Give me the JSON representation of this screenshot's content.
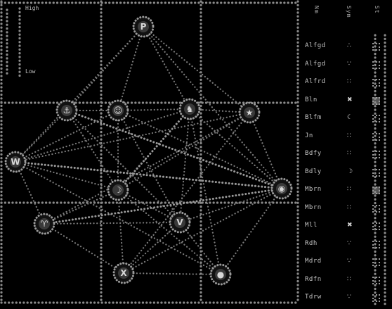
{
  "board": {
    "legend": {
      "top_label": "High",
      "bottom_label": "Low"
    },
    "nodes": [
      {
        "id": "n1",
        "glyph": "P"
      },
      {
        "id": "n2",
        "glyph": "⚓"
      },
      {
        "id": "n3",
        "glyph": "☺"
      },
      {
        "id": "n4",
        "glyph": "♞"
      },
      {
        "id": "n5",
        "glyph": "★"
      },
      {
        "id": "n6",
        "glyph": "W"
      },
      {
        "id": "n7",
        "glyph": "☽"
      },
      {
        "id": "n8",
        "glyph": "◉"
      },
      {
        "id": "n9",
        "glyph": "♈"
      },
      {
        "id": "n10",
        "glyph": "V"
      },
      {
        "id": "n11",
        "glyph": "X"
      },
      {
        "id": "n12",
        "glyph": "●"
      }
    ],
    "edges": [
      [
        "n1",
        "n3"
      ],
      [
        "n1",
        "n4"
      ],
      [
        "n1",
        "n5"
      ],
      [
        "n1",
        "n6"
      ],
      [
        "n1",
        "n2"
      ],
      [
        "n1",
        "n8"
      ],
      [
        "n2",
        "n3"
      ],
      [
        "n2",
        "n6"
      ],
      [
        "n2",
        "n7"
      ],
      [
        "n2",
        "n10"
      ],
      [
        "n2",
        "n8"
      ],
      [
        "n3",
        "n4"
      ],
      [
        "n3",
        "n6"
      ],
      [
        "n3",
        "n7"
      ],
      [
        "n3",
        "n8"
      ],
      [
        "n3",
        "n10"
      ],
      [
        "n4",
        "n5"
      ],
      [
        "n4",
        "n6"
      ],
      [
        "n4",
        "n7"
      ],
      [
        "n4",
        "n8"
      ],
      [
        "n4",
        "n10"
      ],
      [
        "n4",
        "n12"
      ],
      [
        "n5",
        "n6"
      ],
      [
        "n5",
        "n7"
      ],
      [
        "n5",
        "n8"
      ],
      [
        "n5",
        "n9"
      ],
      [
        "n5",
        "n11"
      ],
      [
        "n6",
        "n7"
      ],
      [
        "n6",
        "n8"
      ],
      [
        "n6",
        "n9"
      ],
      [
        "n6",
        "n12"
      ],
      [
        "n7",
        "n9"
      ],
      [
        "n7",
        "n10"
      ],
      [
        "n7",
        "n11"
      ],
      [
        "n7",
        "n12"
      ],
      [
        "n8",
        "n9"
      ],
      [
        "n8",
        "n10"
      ],
      [
        "n8",
        "n11"
      ],
      [
        "n8",
        "n12"
      ],
      [
        "n9",
        "n10"
      ],
      [
        "n9",
        "n11"
      ],
      [
        "n10",
        "n11"
      ],
      [
        "n10",
        "n12"
      ],
      [
        "n11",
        "n12"
      ]
    ],
    "strong_edges": [
      [
        "n6",
        "n8"
      ],
      [
        "n2",
        "n8"
      ],
      [
        "n9",
        "n8"
      ],
      [
        "n4",
        "n7"
      ]
    ]
  },
  "panel": {
    "col_headers": [
      "Nm",
      "Sym",
      "St"
    ],
    "rows": [
      {
        "name": "Alfgd",
        "icon": "∴",
        "on": false
      },
      {
        "name": "Alfgd",
        "icon": "∵",
        "on": false
      },
      {
        "name": "Alfrd",
        "icon": "∷",
        "on": false
      },
      {
        "name": "Bln",
        "icon": "✖",
        "on": true
      },
      {
        "name": "Blfm",
        "icon": "☾",
        "on": false
      },
      {
        "name": "Jn",
        "icon": "∷",
        "on": false
      },
      {
        "name": "Bdfy",
        "icon": "∷",
        "on": false
      },
      {
        "name": "Bdly",
        "icon": "☽",
        "on": false
      },
      {
        "name": "Mbrn",
        "icon": "∷",
        "on": true
      },
      {
        "name": "Mbrn",
        "icon": "∷",
        "on": false
      },
      {
        "name": "Mll",
        "icon": "✖",
        "on": false
      },
      {
        "name": "Rdh",
        "icon": "∵",
        "on": false
      },
      {
        "name": "Mdrd",
        "icon": "∵",
        "on": false
      },
      {
        "name": "Rdfn",
        "icon": "∷",
        "on": false
      },
      {
        "name": "Tdrw",
        "icon": "∵",
        "on": false
      }
    ]
  }
}
